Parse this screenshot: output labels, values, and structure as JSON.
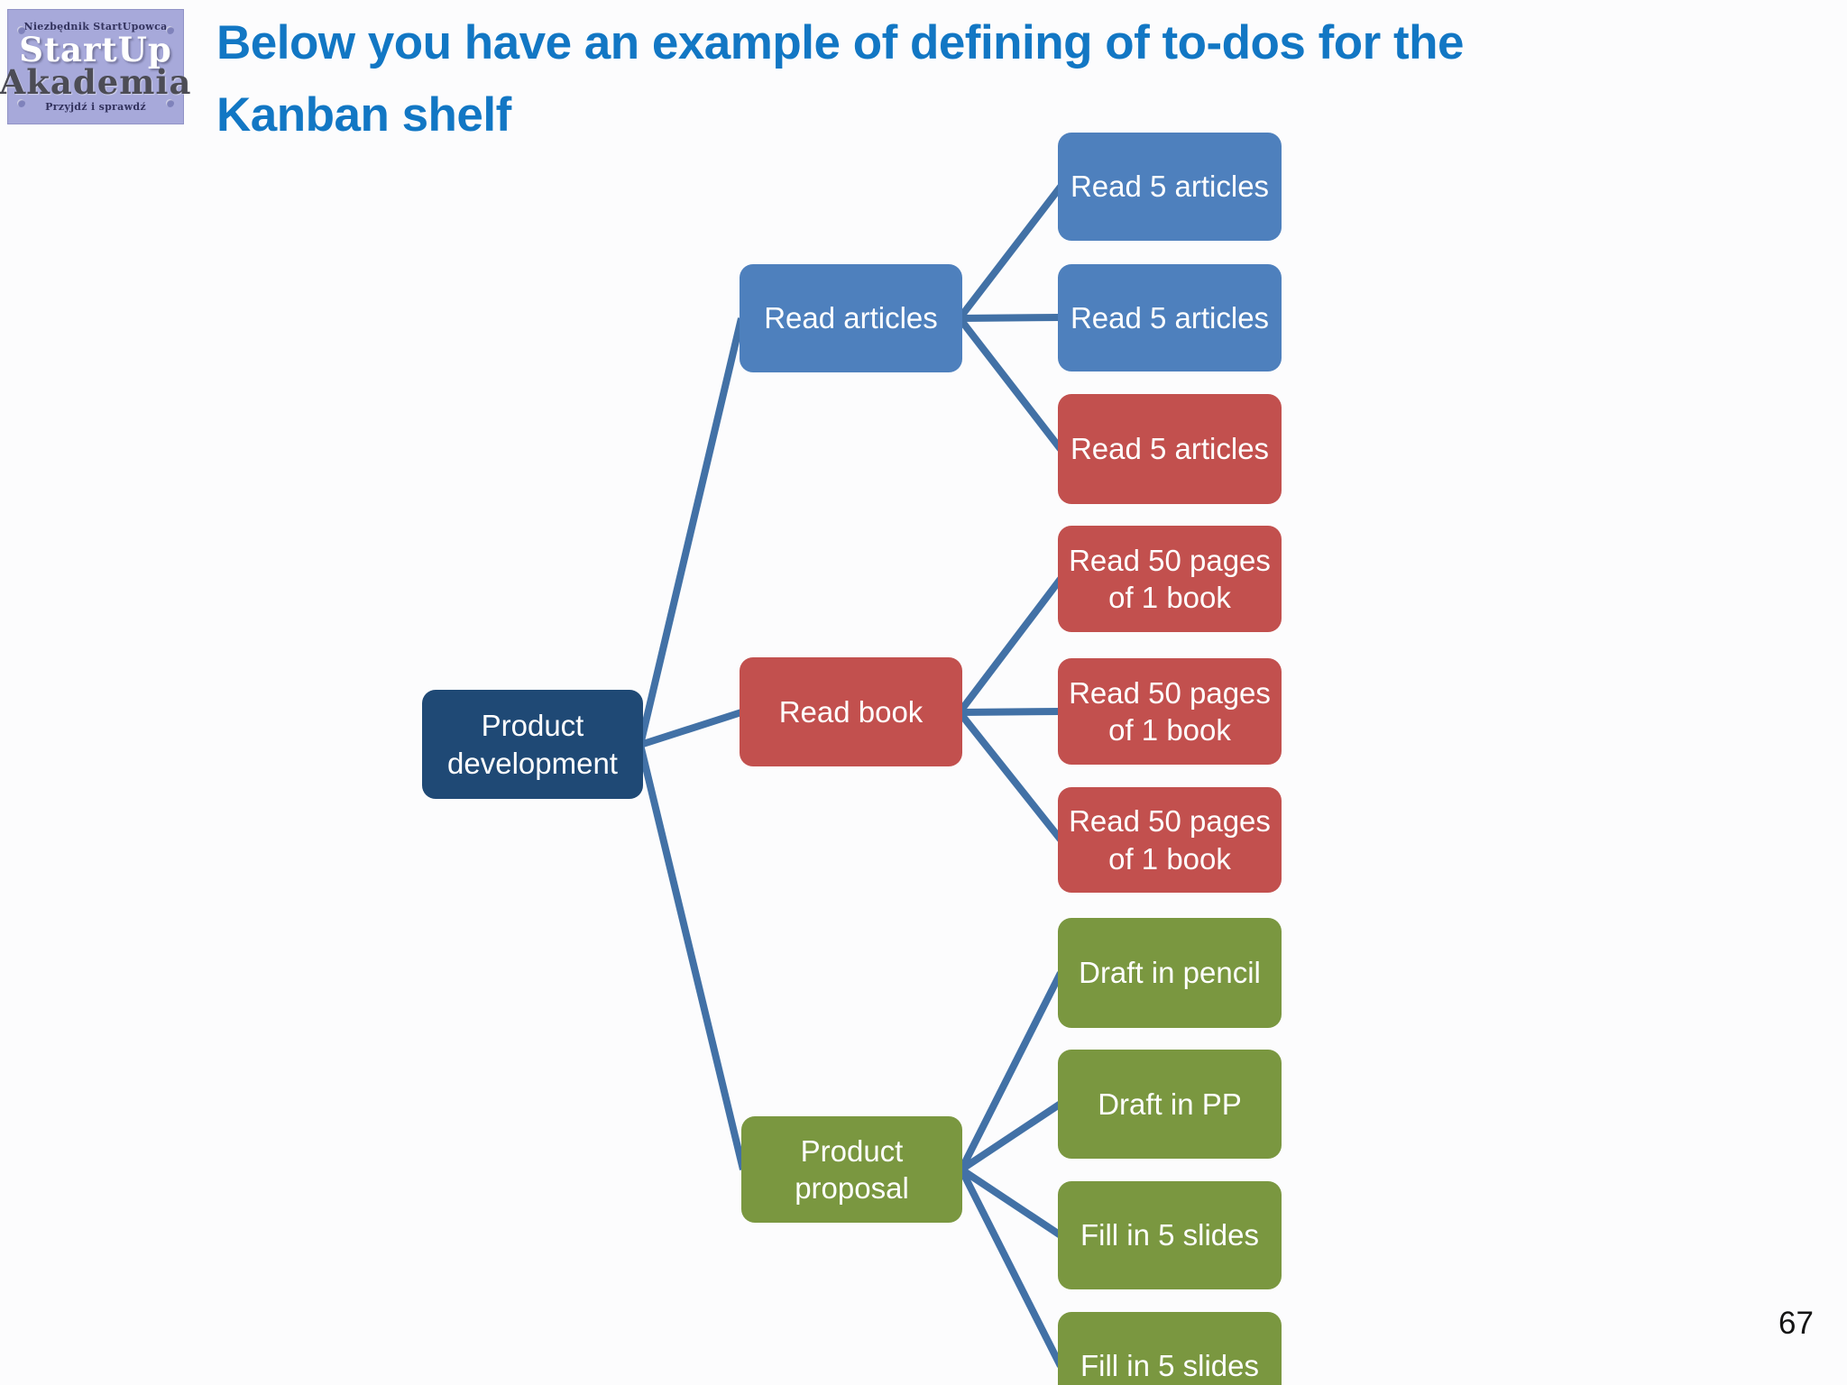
{
  "header": {
    "title_line1": "Below you have an example of defining of to-dos for the",
    "title_line2": "Kanban shelf"
  },
  "logo": {
    "top_text": "Niezbędnik StartUpowca",
    "name_line1": "StartUp",
    "name_line2": "Akademia",
    "bottom_text": "Przyjdź i sprawdź"
  },
  "diagram": {
    "type": "horizontal-hierarchy",
    "connector_color": "#4271a6",
    "root": {
      "label": "Product development",
      "color": "#1f4975"
    },
    "branches": [
      {
        "label": "Read articles",
        "color": "#4e80bd",
        "children": [
          {
            "label": "Read 5 articles",
            "color": "#4e80bd"
          },
          {
            "label": "Read 5 articles",
            "color": "#4e80bd"
          },
          {
            "label": "Read 5 articles",
            "color": "#c2504e"
          }
        ]
      },
      {
        "label": "Read book",
        "color": "#c2504e",
        "children": [
          {
            "label": "Read 50 pages of 1 book",
            "color": "#c2504e"
          },
          {
            "label": "Read 50 pages of 1 book",
            "color": "#c2504e"
          },
          {
            "label": "Read 50 pages of 1 book",
            "color": "#c2504e"
          }
        ]
      },
      {
        "label": "Product proposal",
        "color": "#7a9740",
        "children": [
          {
            "label": "Draft in pencil",
            "color": "#7a9740"
          },
          {
            "label": "Draft in PP",
            "color": "#7a9740"
          },
          {
            "label": "Fill in 5 slides",
            "color": "#7a9740"
          },
          {
            "label": "Fill in 5 slides",
            "color": "#7a9740"
          }
        ]
      }
    ]
  },
  "footer": {
    "page_number": "67"
  }
}
